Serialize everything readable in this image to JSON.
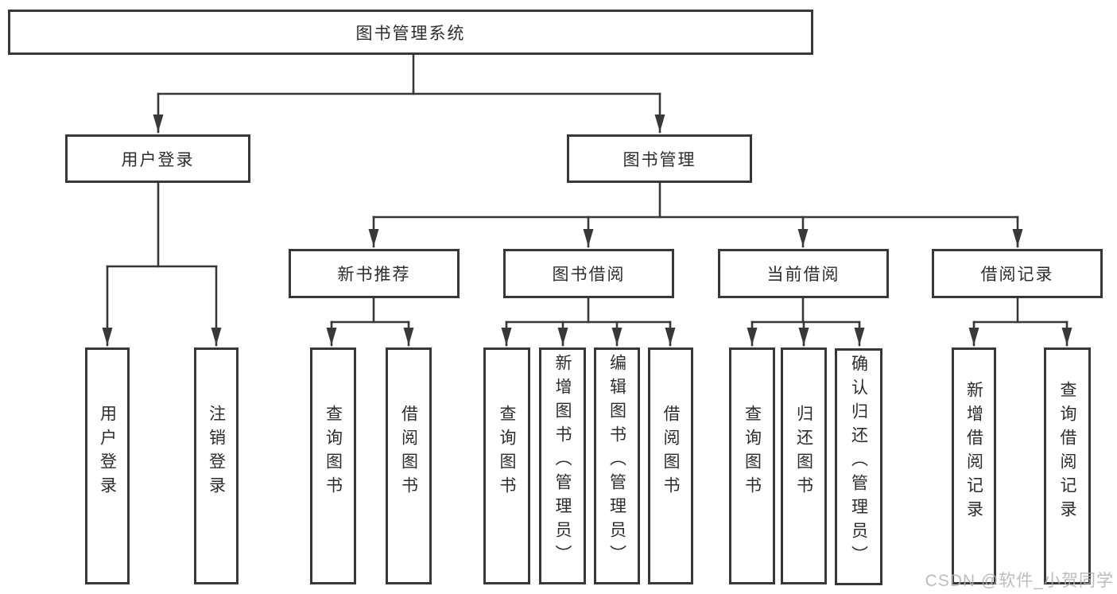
{
  "tree": {
    "root": "图书管理系统",
    "children": [
      {
        "label": "用户登录",
        "children": [
          "用户登录",
          "注销登录"
        ]
      },
      {
        "label": "图书管理",
        "children": [
          {
            "label": "新书推荐",
            "children": [
              "查询图书",
              "借阅图书"
            ]
          },
          {
            "label": "图书借阅",
            "children": [
              "查询图书",
              "新增图书（管理员）",
              "编辑图书（管理员）",
              "借阅图书"
            ]
          },
          {
            "label": "当前借阅",
            "children": [
              "查询图书",
              "归还图书",
              "确认归还（管理员）"
            ]
          },
          {
            "label": "借阅记录",
            "children": [
              "新增借阅记录",
              "查询借阅记录"
            ]
          }
        ]
      }
    ]
  },
  "watermark": {
    "text": "CSDN @软件_小贺同学"
  },
  "colors": {
    "line": "#383838",
    "text": "#2d2d2d",
    "background": "#ffffff",
    "watermark": "#b0b0b0"
  }
}
